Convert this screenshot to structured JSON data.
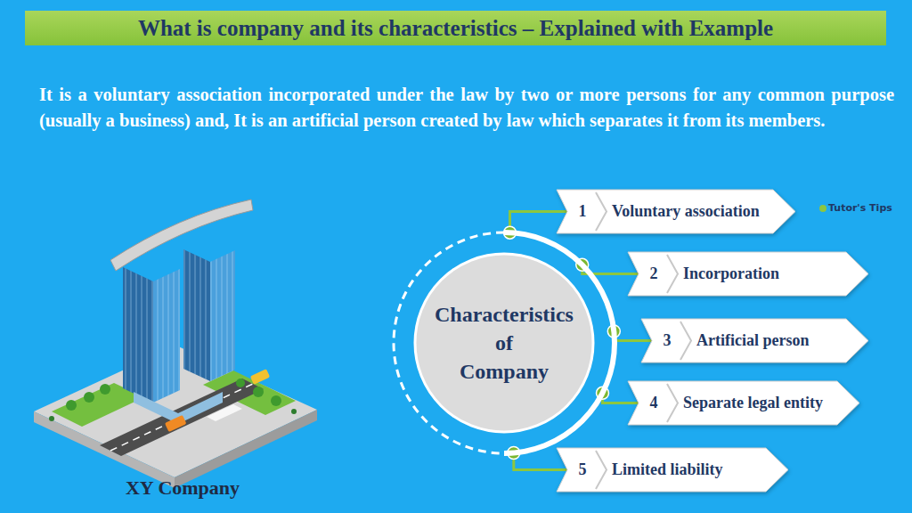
{
  "diagram": {
    "title": "What is company and its characteristics – Explained with Example",
    "nodes": [
      {
        "text": [
          "Characteristics of Company"
        ]
      },
      {
        "text": [
          "1",
          "Voluntary association"
        ]
      },
      {
        "text": [
          "2",
          "Incorporation"
        ]
      },
      {
        "text": [
          "3",
          "Artificial person"
        ]
      },
      {
        "text": [
          "4",
          "Separate legal entity"
        ]
      },
      {
        "text": [
          "5",
          "Limited liability"
        ]
      }
    ],
    "edges": [
      {
        "from": 0,
        "to": 1,
        "arrow": "none"
      },
      {
        "from": 0,
        "to": 2,
        "arrow": "none"
      },
      {
        "from": 0,
        "to": 3,
        "arrow": "none"
      },
      {
        "from": 0,
        "to": 4,
        "arrow": "none"
      },
      {
        "from": 0,
        "to": 5,
        "arrow": "none"
      }
    ],
    "labels": [
      "It is a voluntary association incorporated under the law by two or more persons for any common purpose (usually a business) and, It is an artificial person created by law which separates it from its members.",
      "XY Company",
      "Tutor's Tips"
    ]
  }
}
